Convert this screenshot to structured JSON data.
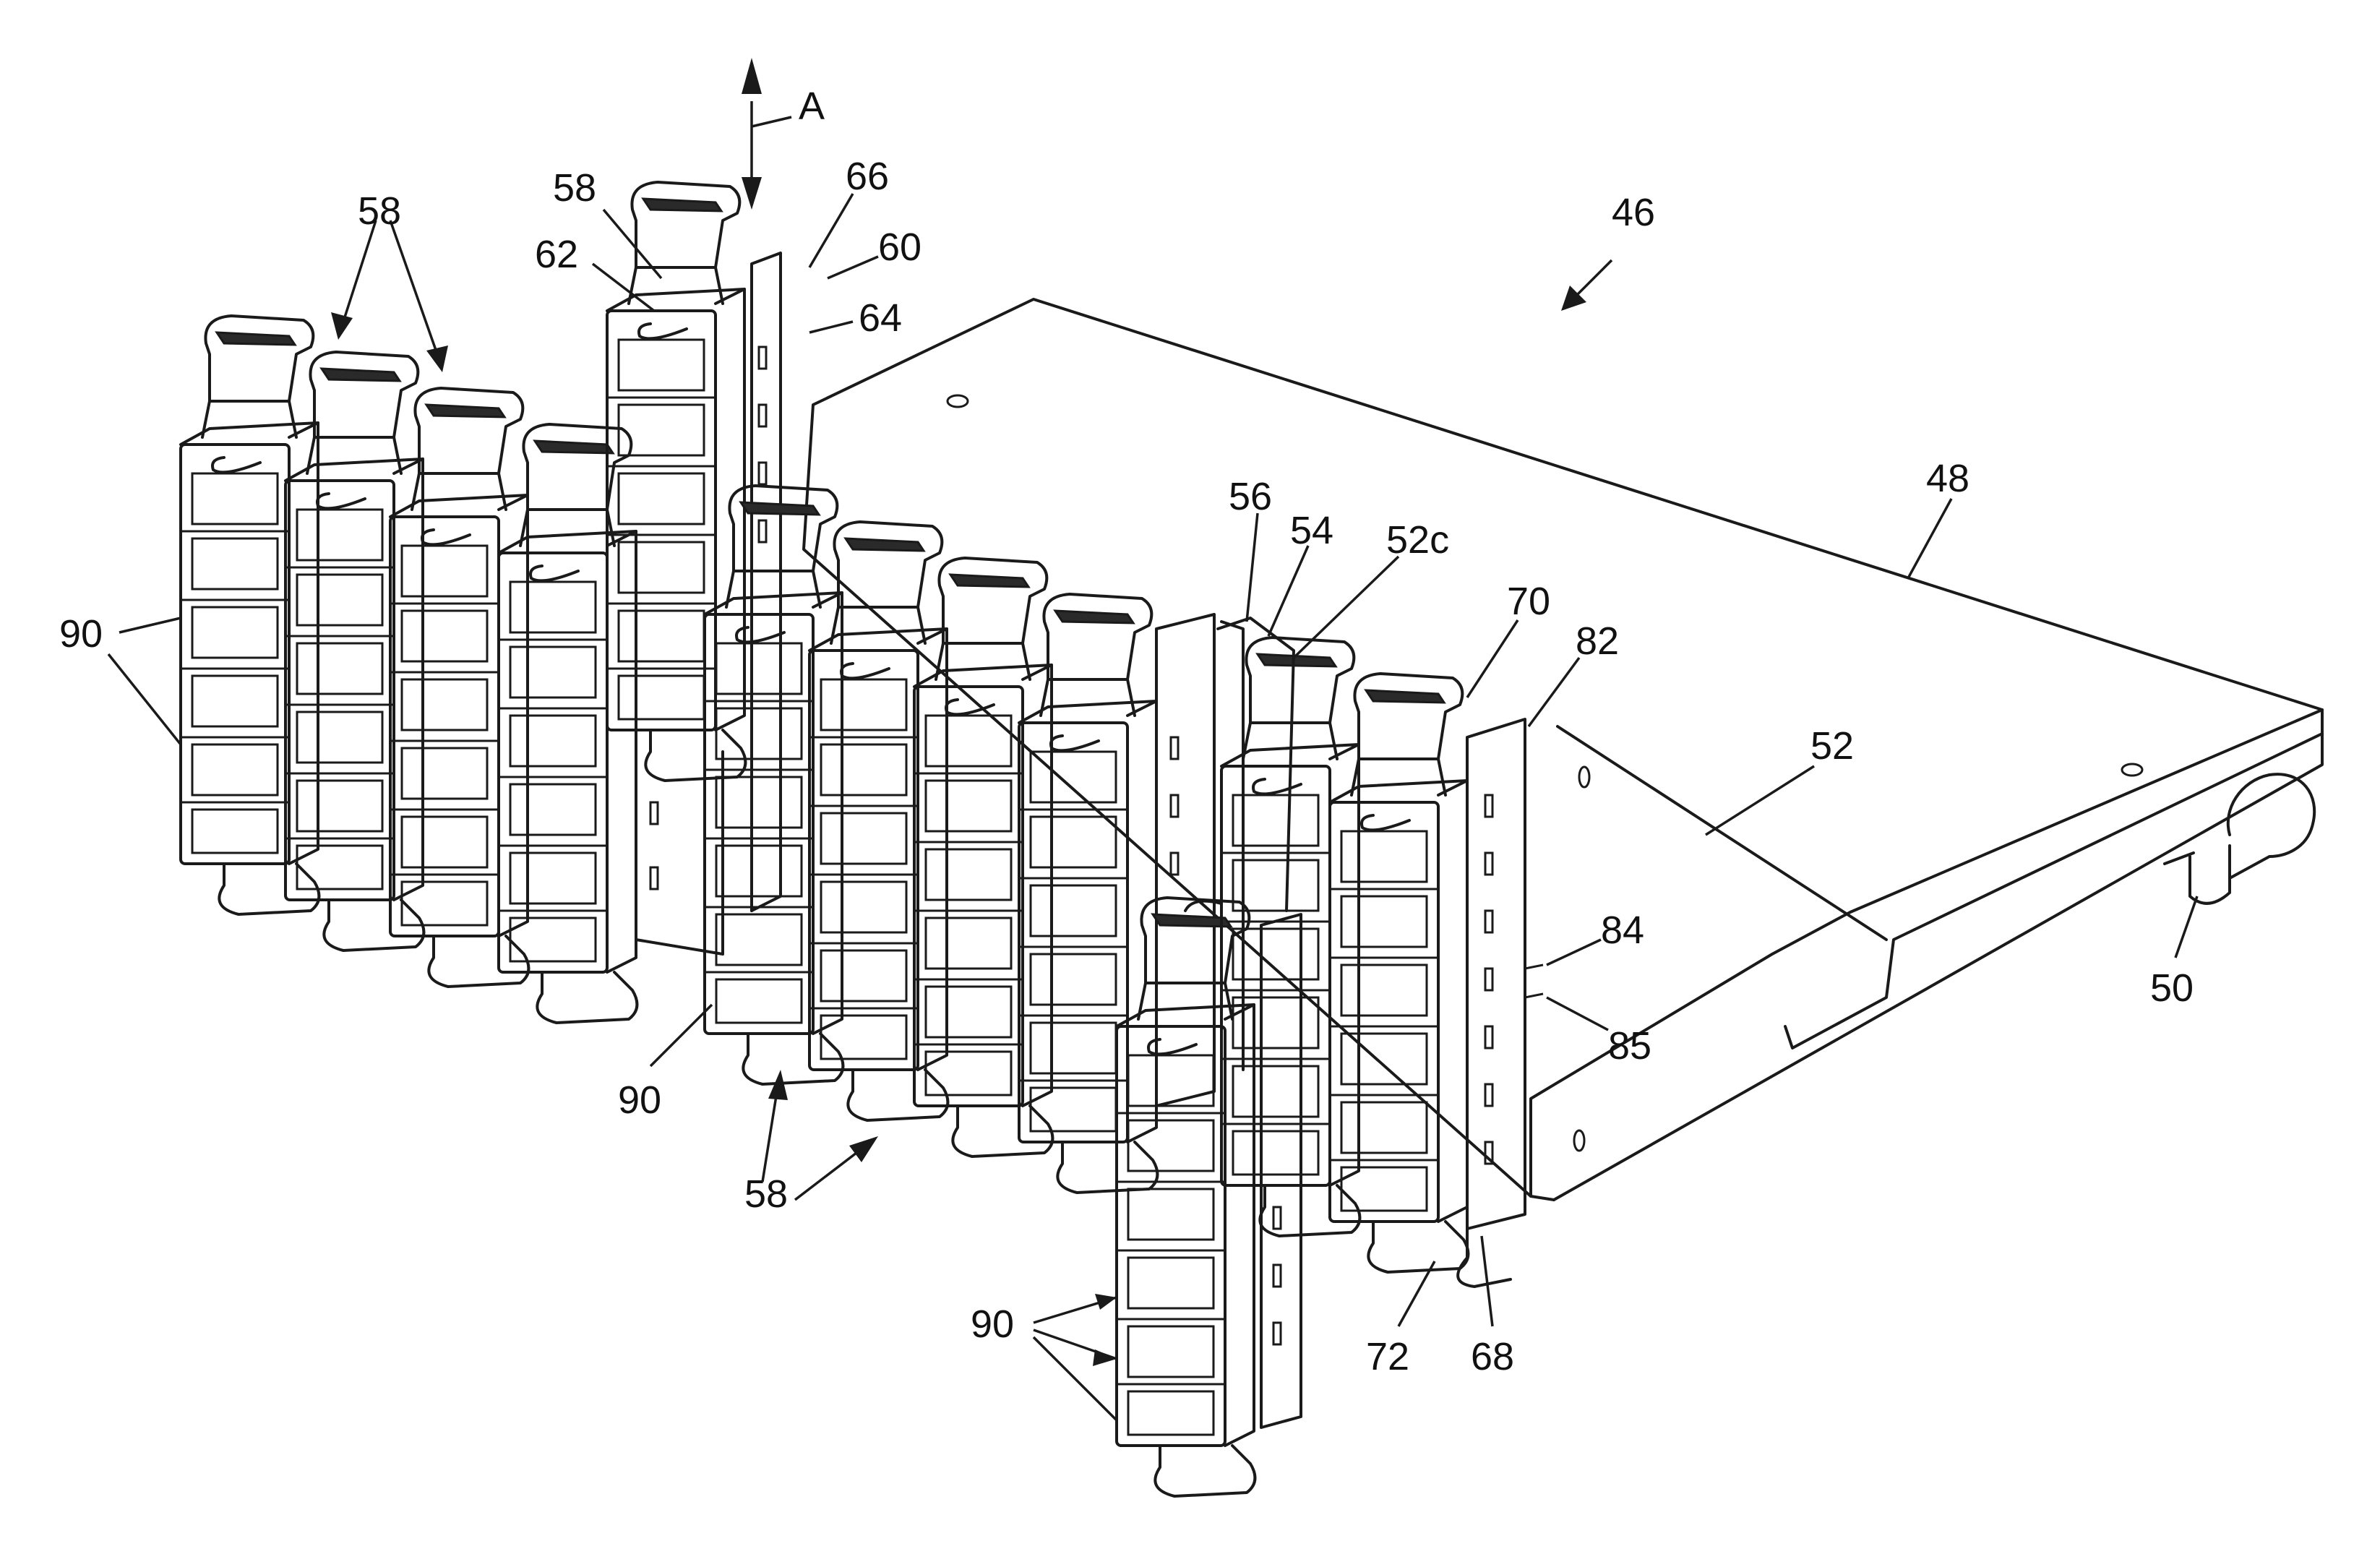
{
  "figure": {
    "labels": {
      "46": "46",
      "48": "48",
      "50": "50",
      "52": "52",
      "52c": "52c",
      "54": "54",
      "56": "56",
      "58": "58",
      "60": "60",
      "62": "62",
      "64": "64",
      "66": "66",
      "68": "68",
      "70": "70",
      "72": "72",
      "82": "82",
      "84": "84",
      "85": "85",
      "90": "90",
      "A": "A"
    }
  }
}
